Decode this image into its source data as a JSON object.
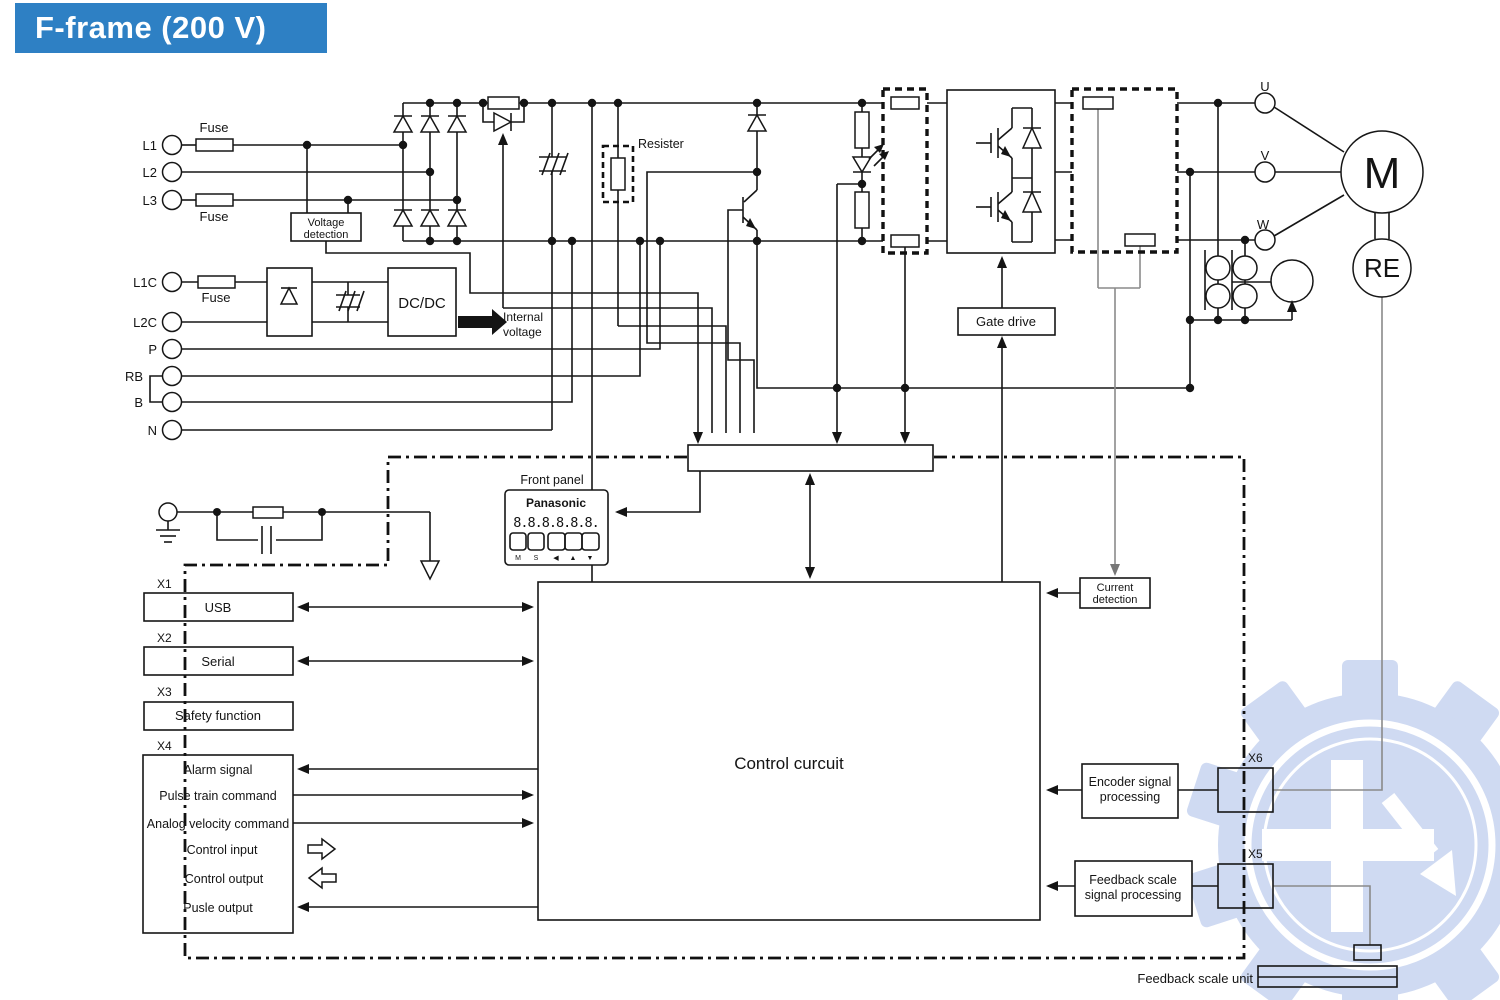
{
  "header": {
    "title": "F-frame (200 V)"
  },
  "colors": {
    "header_bg": "#2e80c4",
    "header_fg": "#ffffff",
    "line": "#161616",
    "sense_line": "#8a8a8a",
    "watermark": "#cfdaf2"
  },
  "labels": {
    "l1": "L1",
    "l2": "L2",
    "l3": "L3",
    "l1c": "L1C",
    "l2c": "L2C",
    "p": "P",
    "rb": "RB",
    "b": "B",
    "n": "N",
    "fuse_l1": "Fuse",
    "fuse_l3": "Fuse",
    "fuse_l1c": "Fuse",
    "voltage_detection_1": "Voltage",
    "voltage_detection_2": "detection",
    "dcdc": "DC/DC",
    "internal_voltage_1": "Internal",
    "internal_voltage_2": "voltage",
    "resister": "Resister",
    "front_panel": "Front panel",
    "panasonic": "Panasonic",
    "display": "8.8.8.8.8.8.",
    "btn_m": "M",
    "btn_s": "S",
    "btn_left": "◀",
    "btn_up": "▲",
    "btn_down": "▼",
    "gate_drive": "Gate drive",
    "u": "U",
    "v": "V",
    "w": "W",
    "motor": "M",
    "rotary_encoder": "RE",
    "current_detection_1": "Current",
    "current_detection_2": "detection",
    "control_circuit": "Control curcuit",
    "x1": "X1",
    "x2": "X2",
    "x3": "X3",
    "x4": "X4",
    "x5": "X5",
    "x6": "X6",
    "usb": "USB",
    "serial": "Serial",
    "safety_function": "Safety function",
    "alarm_signal": "Alarm signal",
    "pulse_train_command": "Pulse train command",
    "analog_velocity_command": "Analog velocity command",
    "control_input": "Control input",
    "control_output": "Control output",
    "pusle_output": "Pusle output",
    "encoder_processing_1": "Encoder signal",
    "encoder_processing_2": "processing",
    "feedback_processing_1": "Feedback scale",
    "feedback_processing_2": "signal processing",
    "feedback_scale_unit": "Feedback scale unit"
  }
}
